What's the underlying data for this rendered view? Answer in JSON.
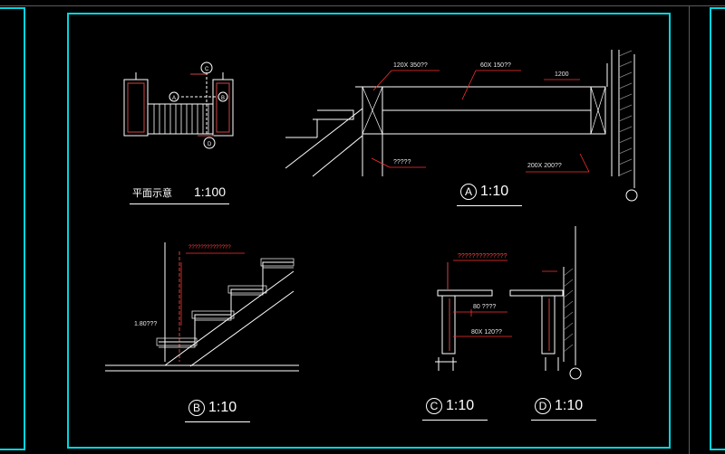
{
  "plan": {
    "title": "平面示意",
    "scale": "1:100"
  },
  "detail_a": {
    "marker": "A",
    "scale": "1:10",
    "notes": {
      "top_left": "120X 350??",
      "top_mid": "60X 150??",
      "right": "200X 200??",
      "bottom": "?????",
      "small": "1200"
    }
  },
  "detail_b": {
    "marker": "B",
    "scale": "1:10",
    "notes": {
      "leader": "??????????????",
      "height": "1.80???"
    }
  },
  "detail_c": {
    "marker": "C",
    "scale": "1:10",
    "notes": {
      "top": "??????????????",
      "mid": "80 ????",
      "low": "80X 120??"
    }
  },
  "detail_d": {
    "marker": "D",
    "scale": "1:10"
  },
  "colors": {
    "frame": "#00d6e0",
    "line": "#ffffff",
    "dim": "#ff3030",
    "wall": "#b0b0b0"
  }
}
